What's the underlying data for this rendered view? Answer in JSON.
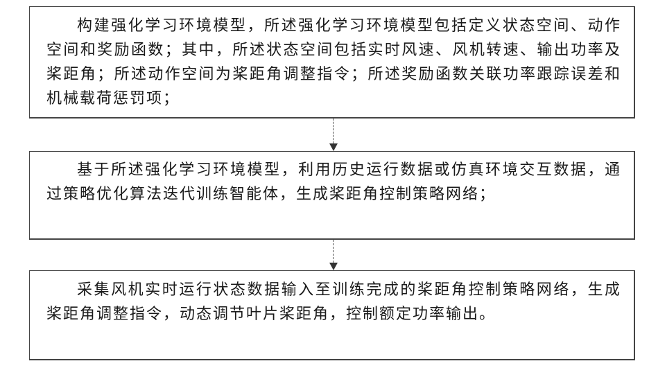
{
  "steps": [
    {
      "text": "构建强化学习环境模型，所述强化学习环境模型包括定义状态空间、动作空间和奖励函数；其中，所述状态空间包括实时风速、风机转速、输出功率及桨距角；所述动作空间为桨距角调整指令；所述奖励函数关联功率跟踪误差和机械载荷惩罚项；"
    },
    {
      "text": "基于所述强化学习环境模型，利用历史运行数据或仿真环境交互数据，通过策略优化算法迭代训练智能体，生成桨距角控制策略网络；"
    },
    {
      "text": "采集风机实时运行状态数据输入至训练完成的桨距角控制策略网络，生成桨距角调整指令，动态调节叶片桨距角，控制额定功率输出。"
    }
  ]
}
